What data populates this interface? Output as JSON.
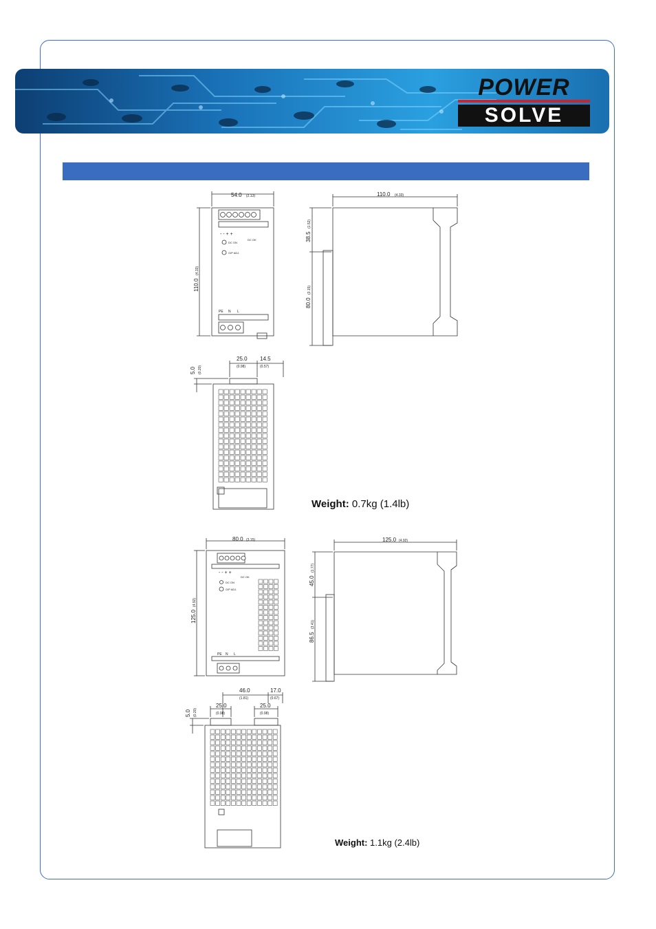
{
  "brand": {
    "line1": "POWER",
    "line2": "SOLVE",
    "accent": "#d42027",
    "banner_blue": "#1e7cc8"
  },
  "section_bar_color": "#3a6cc0",
  "unit1": {
    "front": {
      "width": "54.0",
      "width_in": "(2.13)",
      "height": "110.0",
      "height_in": "(4.33)",
      "terminals_top": "- - + +",
      "dc_ok": "DC OK",
      "led1": "DC ON",
      "led2": "O/P ADJ.",
      "terminals_bottom": [
        "PE",
        "N",
        "L"
      ]
    },
    "side": {
      "depth": "110.0",
      "depth_in": "(4.33)",
      "upper": "38.5",
      "upper_in": "(1.52)",
      "lower": "80.0",
      "lower_in": "(3.15)"
    },
    "top": {
      "w1": "25.0",
      "w1_in": "(0.98)",
      "w2": "14.5",
      "w2_in": "(0.57)",
      "h": "5.0",
      "h_in": "(0.20)"
    },
    "weight_label": "Weight:",
    "weight_value": "0.7kg (1.4lb)"
  },
  "unit2": {
    "front": {
      "width": "80.0",
      "width_in": "(3.15)",
      "height": "125.0",
      "height_in": "(4.92)",
      "terminals_top": "- - + +",
      "dc_ok": "DC OK",
      "led1": "DC ON",
      "led2": "O/P ADJ.",
      "terminals_bottom": [
        "PE",
        "N",
        "L"
      ]
    },
    "side": {
      "depth": "125.0",
      "depth_in": "(4.92)",
      "upper": "45.0",
      "upper_in": "(1.77)",
      "lower": "86.5",
      "lower_in": "(3.41)"
    },
    "top": {
      "w_total": "46.0",
      "w_total_in": "(1.81)",
      "w_right": "17.0",
      "w_right_in": "(0.67)",
      "w1": "25.0",
      "w1_in": "(0.98)",
      "w2": "25.0",
      "w2_in": "(0.98)",
      "h": "5.0",
      "h_in": "(0.20)"
    },
    "weight_label": "Weight:",
    "weight_value": "1.1kg (2.4lb)"
  }
}
